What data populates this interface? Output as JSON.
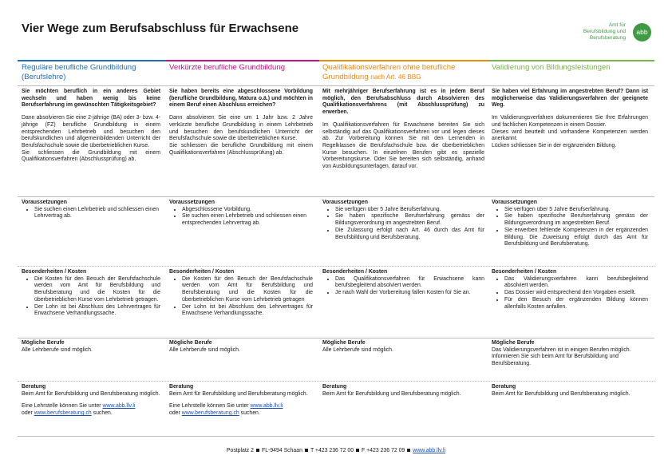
{
  "title": "Vier Wege zum Berufsabschluss für Erwachsene",
  "logo": {
    "lines": [
      "Amt für",
      "Berufsbildung und",
      "Berufsberatung"
    ],
    "mark": "abb",
    "color": "#3f9a44"
  },
  "colors": {
    "col1": "#1f6fbd",
    "col2": "#c4148a",
    "col3": "#ee8a10",
    "col4": "#79b648"
  },
  "columns": [
    {
      "heading": "Reguläre berufliche Grundbildung (Berufslehre)",
      "heading_suffix": "",
      "intro_bold": "Sie möchten beruflich in ein anderes Gebiet wechseln und haben wenig bis keine Berufserfahrung im gewünschten Tätigkeitsgebiet?",
      "intro_text": [
        "Dann absolvieren Sie eine 2-jährige (BA) oder 3- bzw. 4-jährige (FZ) berufliche Grundbildung in einem entsprechenden Lehrbetrieb und besuchen den berufskundlichen und allgemeinbildenden Unterricht der Berufsfachschule sowie die überbetrieblichen Kurse.",
        "Sie schliessen die Grundbildung mit einem Qualifikationsverfahren (Abschlussprüfung) ab."
      ],
      "voraussetzungen_title": "Voraussetzungen",
      "voraussetzungen": [
        "Sie suchen einen Lehrbetrieb und schliessen einen Lehrvertrag ab."
      ],
      "besonderheiten_title": "Besonderheiten / Kosten",
      "besonderheiten": [
        "Die Kosten für den Besuch der Berufsfachschule werden vom Amt für Berufsbildung und Berufsberatung und die Kosten für die überbetrieblichen Kurse vom Lehrbetrieb getragen.",
        "Der Lohn ist bei Abschluss des Lehrvertrages für Erwachsene Verhandlungssache."
      ],
      "berufe_title": "Mögliche Berufe",
      "berufe": [
        "Alle Lehrberufe sind möglich."
      ],
      "beratung_title": "Beratung",
      "beratung": "Beim Amt für Berufsbildung und Berufsberatung möglich.",
      "lehrstelle_prefix": "Eine Lehrstelle können Sie unter",
      "link1": "www.abb.llv.li",
      "oder": "oder",
      "link2": "www.berufsberatung.ch",
      "suchen": "suchen."
    },
    {
      "heading": "Verkürzte berufliche Grundbildung",
      "heading_suffix": "",
      "intro_bold": "Sie haben bereits eine abgeschlossene Vorbildung (berufliche Grundbildung, Matura o.ä.) und möchten in einem Beruf einen Abschluss erreichen?",
      "intro_text": [
        "Dann absolvieren Sie eine um 1 Jahr bzw. 2 Jahre verkürzte berufliche Grundbildung in einem Lehrbetrieb und besuchen den berufskundlichen Unterricht der Berufsfachschule sowie die überbetrieblichen Kurse.",
        "Sie schliessen die berufliche Grundbildung mit einem Qualifikationsverfahren (Abschlussprüfung) ab."
      ],
      "voraussetzungen_title": "Voraussetzungen",
      "voraussetzungen": [
        "Abgeschlossene Vorbildung.",
        "Sie suchen einen Lehrbetrieb und schliessen einen entsprechenden Lehrvertrag ab."
      ],
      "besonderheiten_title": "Besonderheiten / Kosten",
      "besonderheiten": [
        "Die Kosten für den Besuch der Berufsfachschule werden vom Amt für Berufsbildung und Berufsberatung und die Kosten für die überbetrieblichen Kurse vom Lehrbetrieb getragen",
        "Der Lohn ist bei Abschluss des Lehrvertrages für Erwachsene Verhandlungssache."
      ],
      "berufe_title": "Mögliche Berufe",
      "berufe": [
        "Alle Lehrberufe sind möglich."
      ],
      "beratung_title": "Beratung",
      "beratung": "Beim Amt für Berufsbildung und Berufsberatung möglich.",
      "lehrstelle_prefix": "Eine Lehrstelle können Sie unter",
      "link1": "www.abb.llv.li",
      "oder": "oder",
      "link2": "www.berufsberatung.ch",
      "suchen": "suchen."
    },
    {
      "heading": "Qualifikationsverfahren ohne berufliche Grundbildung",
      "heading_suffix": "nach Art. 46 BBG",
      "intro_bold": "Mit mehrjähriger Berufserfahrung ist es in jedem Beruf möglich, den Berufsabschluss durch Absolvieren des Qualifikationsverfahrens (mit Abschlussprüfung) zu erwerben.",
      "intro_text": [
        "Im Qualifikationsverfahren für Erwachsene bereiten Sie sich selbständig auf das Qualifikationsverfahren vor und legen dieses ab. Zur Vorbereitung können Sie mit den Lernenden in Regelklassen die Berufsfachschule bzw. die überbetrieblichen Kurse besuchen. In einzelnen Berufen gibt es spezielle Vorbereitungskurse. Oder Sie bereiten sich selbständig, anhand von Ausbildungsunterlagen, darauf vor."
      ],
      "voraussetzungen_title": "Voraussetzungen",
      "voraussetzungen": [
        "Sie verfügen über 5 Jahre Berufserfahrung.",
        "Sie haben spezifische Berufserfahrung gemäss der Bildungsverordnung im angestrebten Beruf.",
        "Die Zulassung erfolgt nach Art. 46 durch das Amt für Berufsbildung und Berufsberatung."
      ],
      "besonderheiten_title": "Besonderheiten / Kosten",
      "besonderheiten": [
        "Das Qualifikationsverfahren für Erwachsene kann berufsbegleitend absolviert werden.",
        "Je nach Wahl der Vorbereitung fallen Kosten für Sie an."
      ],
      "berufe_title": "Mögliche Berufe",
      "berufe": [
        "Alle Lehrberufe sind möglich."
      ],
      "beratung_title": "Beratung",
      "beratung": "Beim Amt für Berufsbildung und Berufsberatung möglich."
    },
    {
      "heading": "Validierung von Bildungsleistungen",
      "heading_suffix": "",
      "intro_bold": "Sie haben viel Erfahrung im angestrebten Beruf? Dann ist möglicherweise das Validierungsverfahren der geeignete Weg.",
      "intro_text": [
        "Im Validierungsverfahren dokumentieren Sie Ihre Erfahrungen und fachlichen Kompetenzen in einem Dossier.",
        "Dieses wird beurteilt und vorhandene Kompetenzen werden anerkannt.",
        "Lücken schliessen Sie in der ergänzenden Bildung."
      ],
      "voraussetzungen_title": "Voraussetzungen",
      "voraussetzungen": [
        "Sie verfügen über 5 Jahre Berufserfahrung.",
        "Sie haben spezifische Berufserfahrung gemäss der Bildungsverordnung im angestrebten Beruf.",
        "Sie erwerben fehlende Kompetenzen in der ergänzenden Bildung. Die Zuweisung erfolgt durch das Amt für Berufsbildung und Berufsberatung."
      ],
      "besonderheiten_title": "Besonderheiten / Kosten",
      "besonderheiten": [
        "Das Validierungsverfahren kann berufsbegleitend absolviert werden.",
        "Das Dossier wird entsprechend den Vorgaben erstellt.",
        "Für den Besuch der ergänzenden Bildung können allenfalls Kosten anfallen."
      ],
      "berufe_title": "Mögliche Berufe",
      "berufe": [
        "Das Validierungsverfahren ist in einigen Berufen möglich.",
        "Informieren Sie sich beim Amt für Berufsbildung und Berufsberatung."
      ],
      "beratung_title": "Beratung",
      "beratung": "Beim Amt für Berufsbildung und Berufsberatung möglich."
    }
  ],
  "footer": {
    "address": "Postplatz 2",
    "postal": "FL-9494 Schaan",
    "phone": "T +423 236 72 00",
    "fax": "F +423 236 72 09",
    "website": "www.abb.llv.li"
  }
}
